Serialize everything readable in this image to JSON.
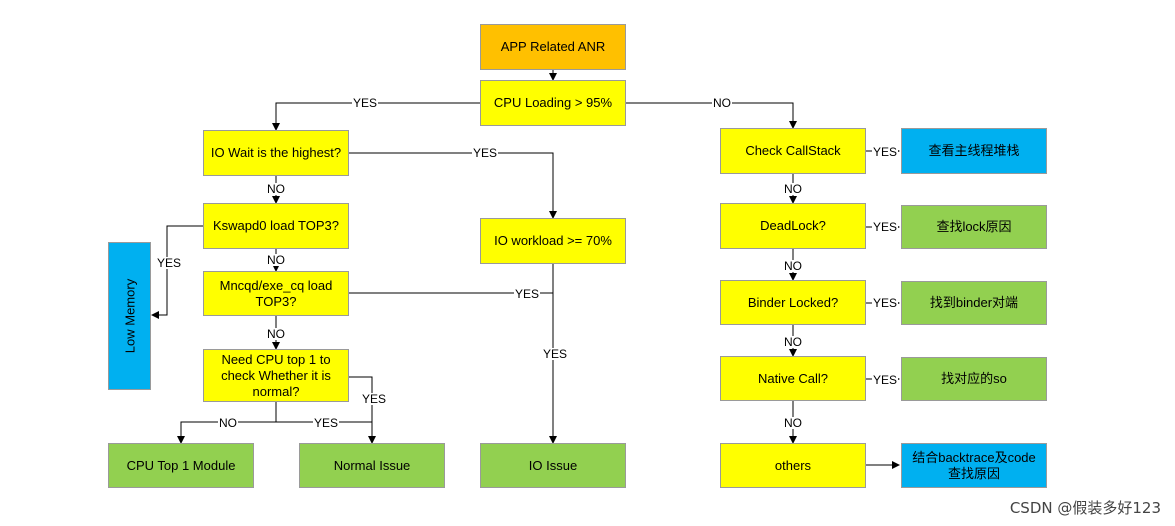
{
  "nodes": {
    "app_anr": "APP Related ANR",
    "cpu_loading": "CPU Loading > 95%",
    "io_wait": "IO Wait is the highest?",
    "kswapd": "Kswapd0 load TOP3?",
    "mncqd": "Mncqd/exe_cq load TOP3?",
    "need_cpu": "Need CPU top 1 to check Whether it is normal?",
    "cpu_top1": "CPU Top 1 Module",
    "normal_issue": "Normal Issue",
    "low_memory": "Low Memory",
    "io_workload": "IO workload >= 70%",
    "io_issue": "IO Issue",
    "check_callstack": "Check CallStack",
    "view_main_stack": "查看主线程堆栈",
    "deadlock": "DeadLock?",
    "find_lock": "查找lock原因",
    "binder_locked": "Binder Locked?",
    "find_binder": "找到binder对端",
    "native_call": "Native Call?",
    "find_so": "找对应的so",
    "others": "others",
    "combine_backtrace": "结合backtrace及code查找原因"
  },
  "labels": {
    "yes": "YES",
    "no": "NO"
  },
  "colors": {
    "yellow": "#ffff00",
    "orange": "#ffc000",
    "green": "#92d050",
    "blue": "#00b0f0"
  },
  "watermark": "CSDN @假装多好123"
}
